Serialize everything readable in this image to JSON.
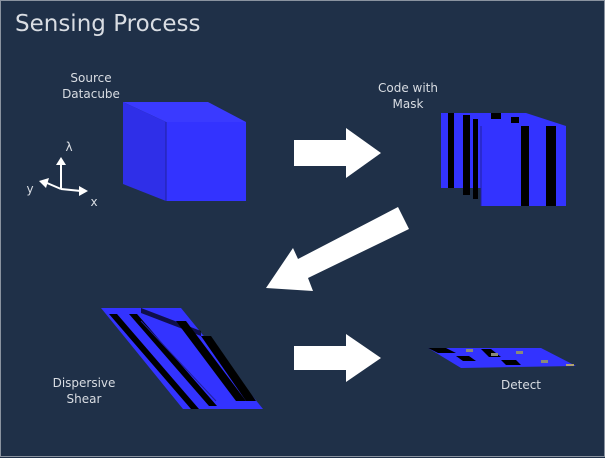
{
  "title": "Sensing Process",
  "labels": {
    "source_line1": "Source",
    "source_line2": "Datacube",
    "code_line1": "Code with",
    "code_line2": "Mask",
    "shear_line1": "Dispersive",
    "shear_line2": "Shear",
    "detect": "Detect"
  },
  "axes": {
    "lambda": "λ",
    "y": "y",
    "x": "x"
  },
  "colors": {
    "background": "#1f3048",
    "cube": "#3333ff",
    "cube_dark": "#2a2ad0",
    "arrow": "#ffffff",
    "text": "#d9dde3"
  }
}
